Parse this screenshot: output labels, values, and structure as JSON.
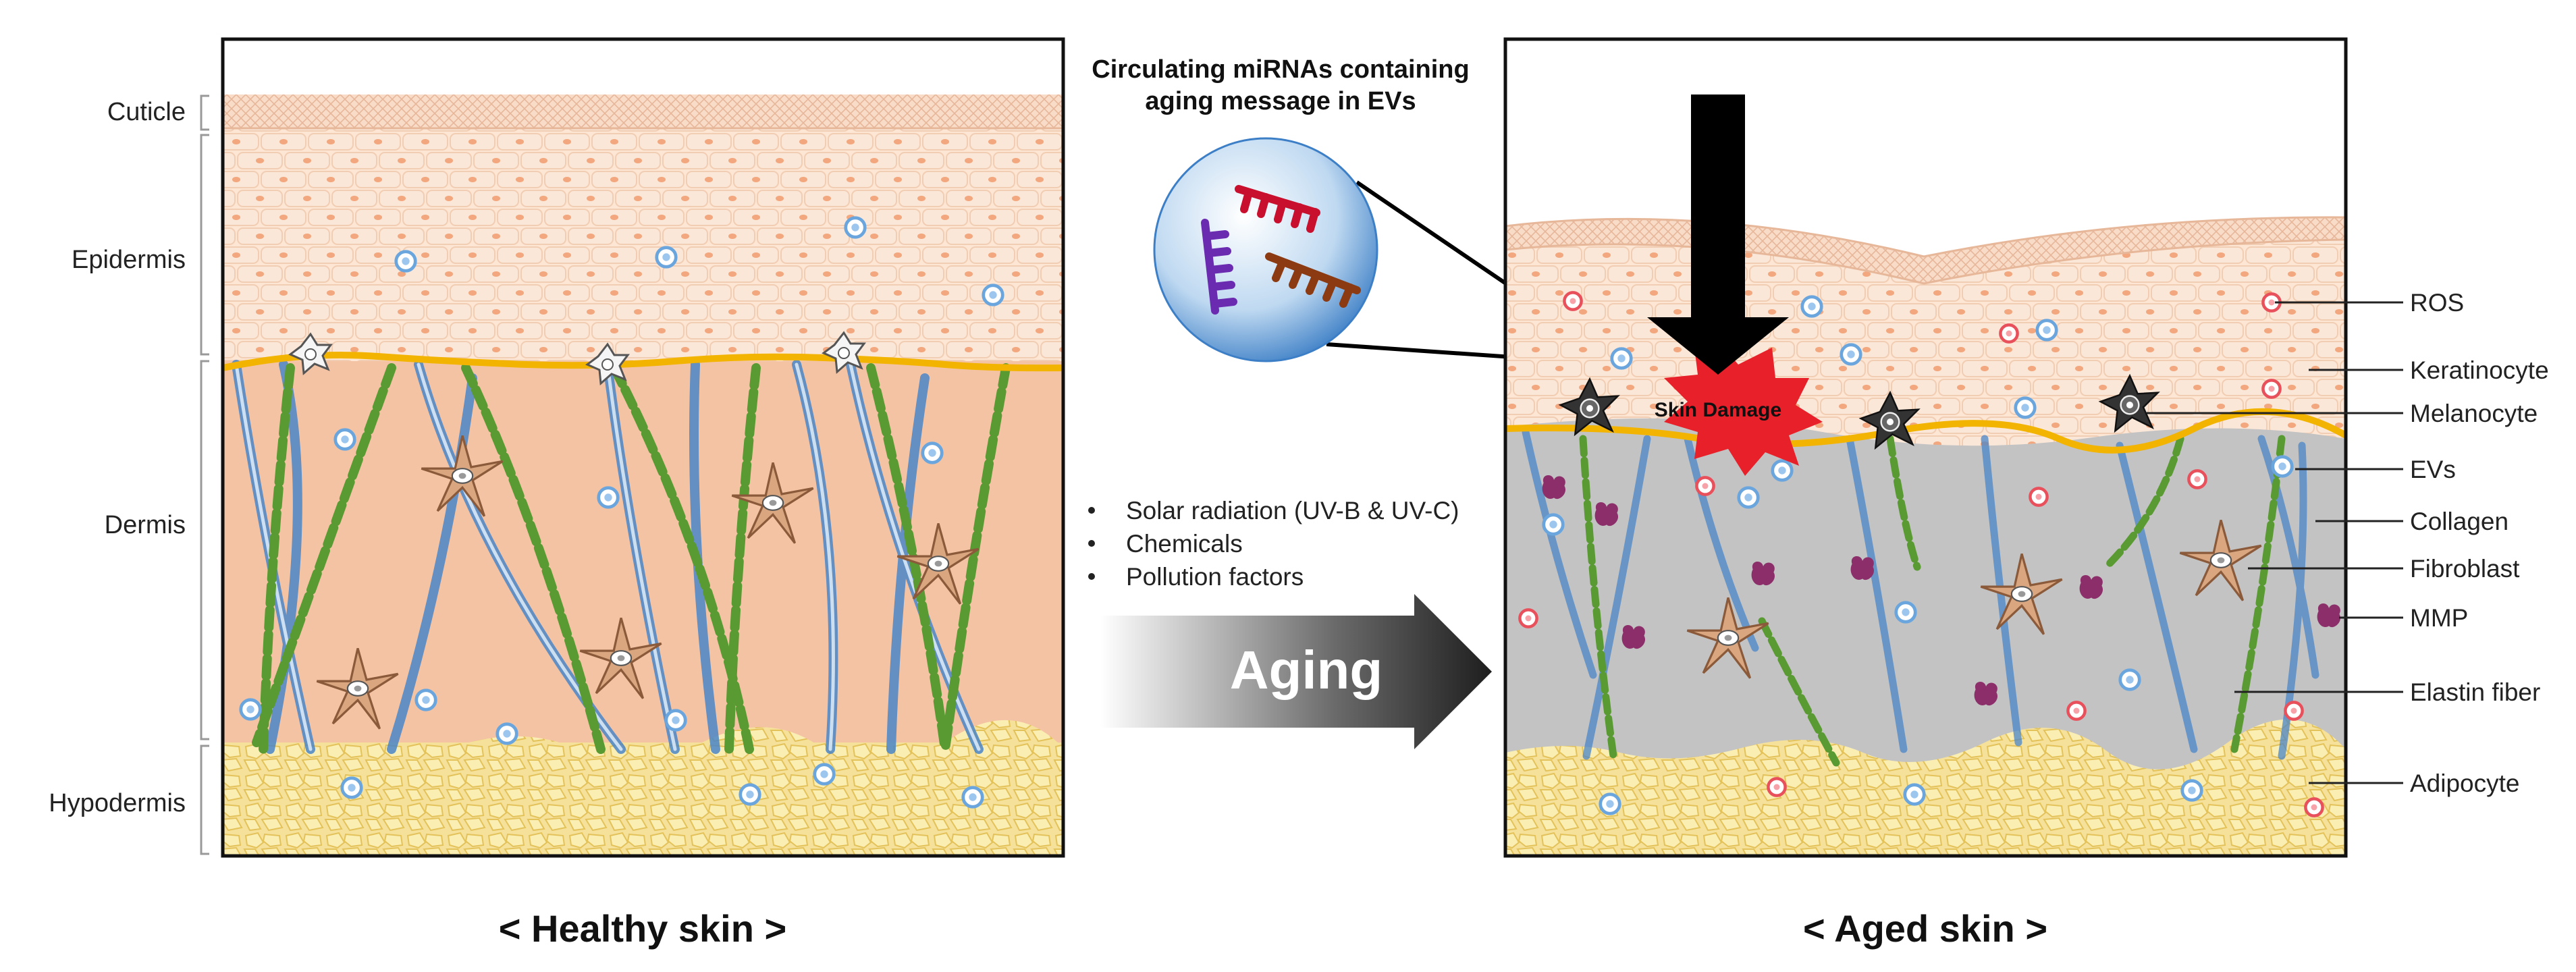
{
  "healthy_layers": {
    "cuticle": "Cuticle",
    "epidermis": "Epidermis",
    "dermis": "Dermis",
    "hypodermis": "Hypodermis"
  },
  "mirna_caption": {
    "line1": "Circulating miRNAs containing",
    "line2": "aging message in EVs"
  },
  "aging_factors": [
    "Solar radiation (UV-B & UV-C)",
    "Chemicals",
    "Pollution factors"
  ],
  "aging_arrow_label": "Aging",
  "skin_damage_label": "Skin Damage",
  "aged_labels": [
    "ROS",
    "Keratinocyte",
    "Melanocyte",
    "EVs",
    "Collagen",
    "Fibroblast",
    "MMP",
    "Elastin fiber",
    "Adipocyte"
  ],
  "healthy_caption": "< Healthy skin >",
  "aged_caption": "< Aged skin >",
  "colors": {
    "cuticle": "#f6d3bd",
    "epidermis": "#fbe3d0",
    "dermis_healthy": "#f4c3a4",
    "dermis_aged": "#c3c3c3",
    "basement_line": "#f2b400",
    "hypodermis": "#f8e39a",
    "collagen": "#4a86c8",
    "elastin": "#5a9a33",
    "fibroblast": "#d9a67f",
    "ros": "#e8505b",
    "ev": "#6aa6dd",
    "mmp": "#8b2e6a",
    "damage_burst": "#e8202a",
    "uv_arrow": "#000000"
  }
}
